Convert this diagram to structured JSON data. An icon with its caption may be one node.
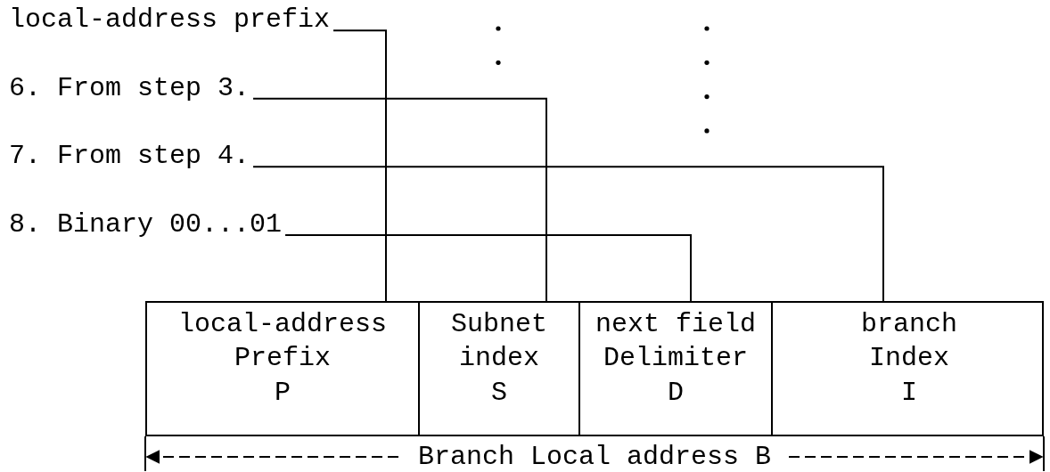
{
  "diagram": {
    "nodes": [
      {
        "text": [
          "local-address prefix"
        ]
      },
      {
        "text": [
          "6. From step 3."
        ]
      },
      {
        "text": [
          "7. From step 4."
        ]
      },
      {
        "text": [
          "8. Binary 00...01"
        ]
      },
      {
        "text": [],
        "shape": "box"
      },
      {
        "text": [
          "local-address Prefix",
          "P"
        ],
        "in": 4
      },
      {
        "text": [
          "Subnet index",
          "S"
        ],
        "in": 4
      },
      {
        "text": [
          "next field Delimiter",
          "D"
        ],
        "in": 4
      },
      {
        "text": [
          "branch Index",
          "I"
        ],
        "in": 4
      }
    ],
    "edges": [
      {
        "from": 0,
        "to": 4,
        "arrow": "none"
      },
      {
        "from": 1,
        "to": 4,
        "arrow": "none"
      },
      {
        "from": 2,
        "to": 4,
        "arrow": "none"
      },
      {
        "from": 3,
        "to": 4,
        "arrow": "none"
      }
    ],
    "labels": [
      "Branch Local address B"
    ]
  }
}
